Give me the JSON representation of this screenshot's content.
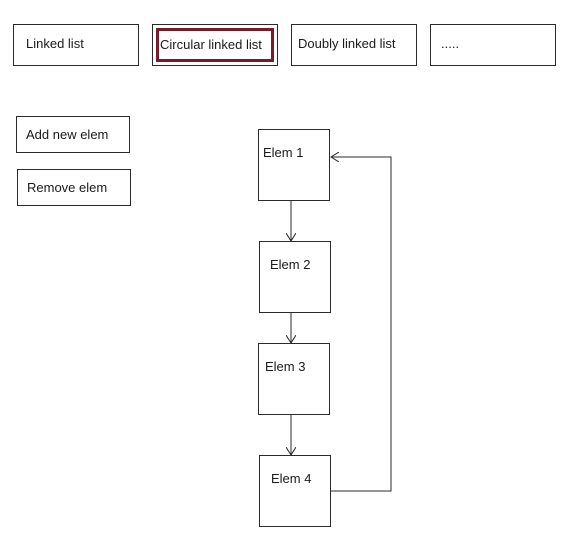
{
  "tabs": [
    {
      "label": "Linked list",
      "active": false
    },
    {
      "label": "Circular linked list",
      "active": true
    },
    {
      "label": "Doubly linked list",
      "active": false
    },
    {
      "label": ".....",
      "active": false
    }
  ],
  "actions": {
    "add_label": "Add new elem",
    "remove_label": "Remove elem"
  },
  "elements": [
    {
      "label": "Elem 1"
    },
    {
      "label": "Elem 2"
    },
    {
      "label": "Elem 3"
    },
    {
      "label": "Elem 4"
    }
  ],
  "colors": {
    "active_tab_border": "#7b1b2a",
    "outline": "#2b2b2b"
  }
}
